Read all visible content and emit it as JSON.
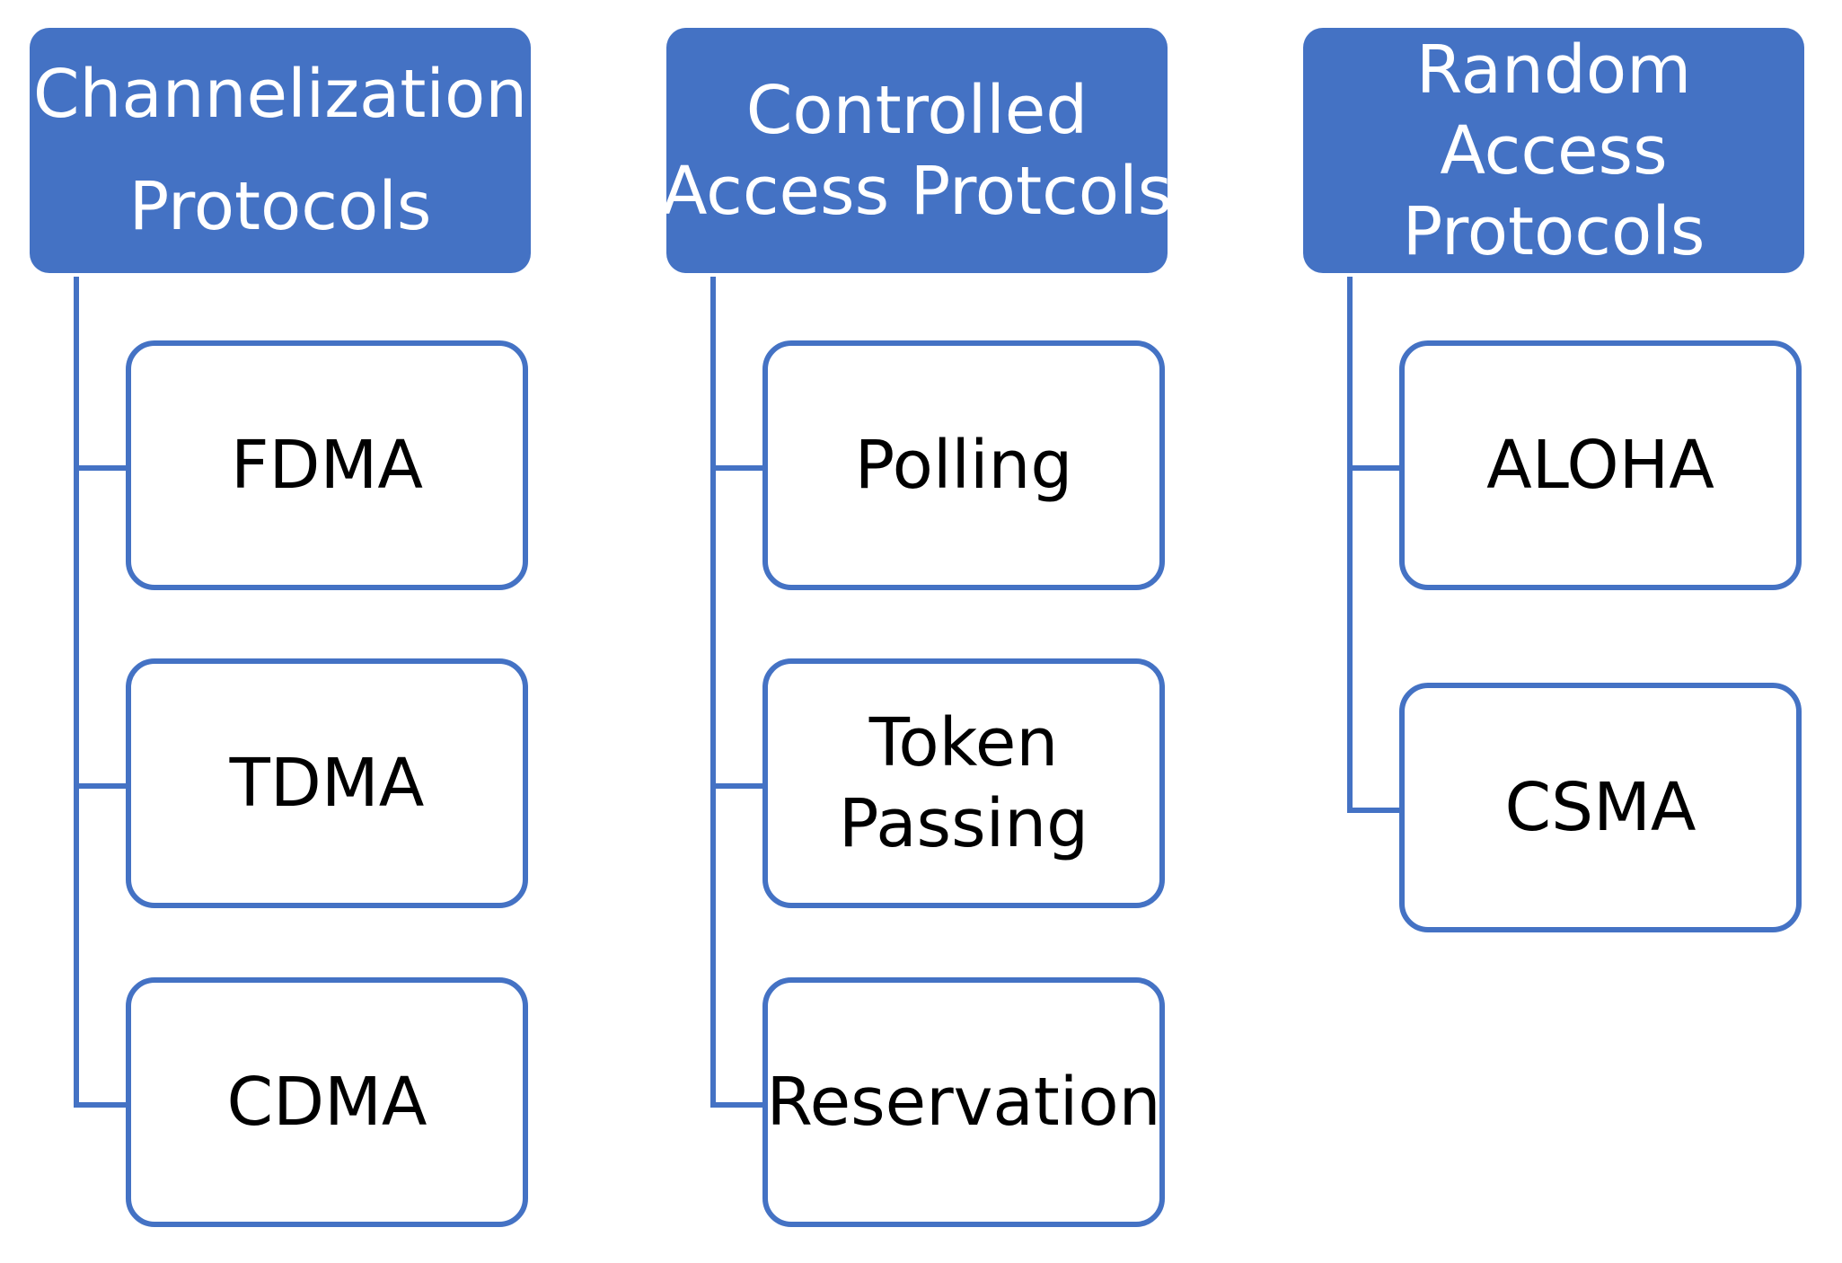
{
  "accent_color": "#4472c4",
  "columns": [
    {
      "title_lines": [
        "Channelization",
        "Protocols"
      ],
      "children": [
        {
          "lines": [
            "FDMA"
          ]
        },
        {
          "lines": [
            "TDMA"
          ]
        },
        {
          "lines": [
            "CDMA"
          ]
        }
      ]
    },
    {
      "title_lines": [
        "Controlled",
        "Access Protcols"
      ],
      "children": [
        {
          "lines": [
            "Polling"
          ]
        },
        {
          "lines": [
            "Token",
            "Passing"
          ]
        },
        {
          "lines": [
            "Reservation"
          ]
        }
      ]
    },
    {
      "title_lines": [
        "Random",
        "Access",
        "Protocols"
      ],
      "children": [
        {
          "lines": [
            "ALOHA"
          ]
        },
        {
          "lines": [
            "CSMA"
          ]
        }
      ]
    }
  ]
}
